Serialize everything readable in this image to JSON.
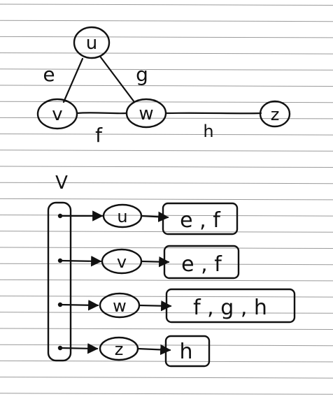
{
  "paper": {
    "rule_color": "#9a9a9a",
    "ink_color": "#111111",
    "background": "#ffffff"
  },
  "graph": {
    "nodes": [
      {
        "id": "u",
        "label": "u"
      },
      {
        "id": "v",
        "label": "v"
      },
      {
        "id": "w",
        "label": "w"
      },
      {
        "id": "z",
        "label": "z"
      }
    ],
    "edges": [
      {
        "id": "e",
        "label": "e",
        "from": "u",
        "to": "v"
      },
      {
        "id": "g",
        "label": "g",
        "from": "u",
        "to": "w"
      },
      {
        "id": "f",
        "label": "f",
        "from": "v",
        "to": "w"
      },
      {
        "id": "h",
        "label": "h",
        "from": "w",
        "to": "z"
      }
    ]
  },
  "adjacency": {
    "array_label": "V",
    "rows": [
      {
        "vertex": "u",
        "incident": "e , f"
      },
      {
        "vertex": "v",
        "incident": "e , f"
      },
      {
        "vertex": "w",
        "incident": "f , g , h"
      },
      {
        "vertex": "z",
        "incident": "h"
      }
    ]
  }
}
